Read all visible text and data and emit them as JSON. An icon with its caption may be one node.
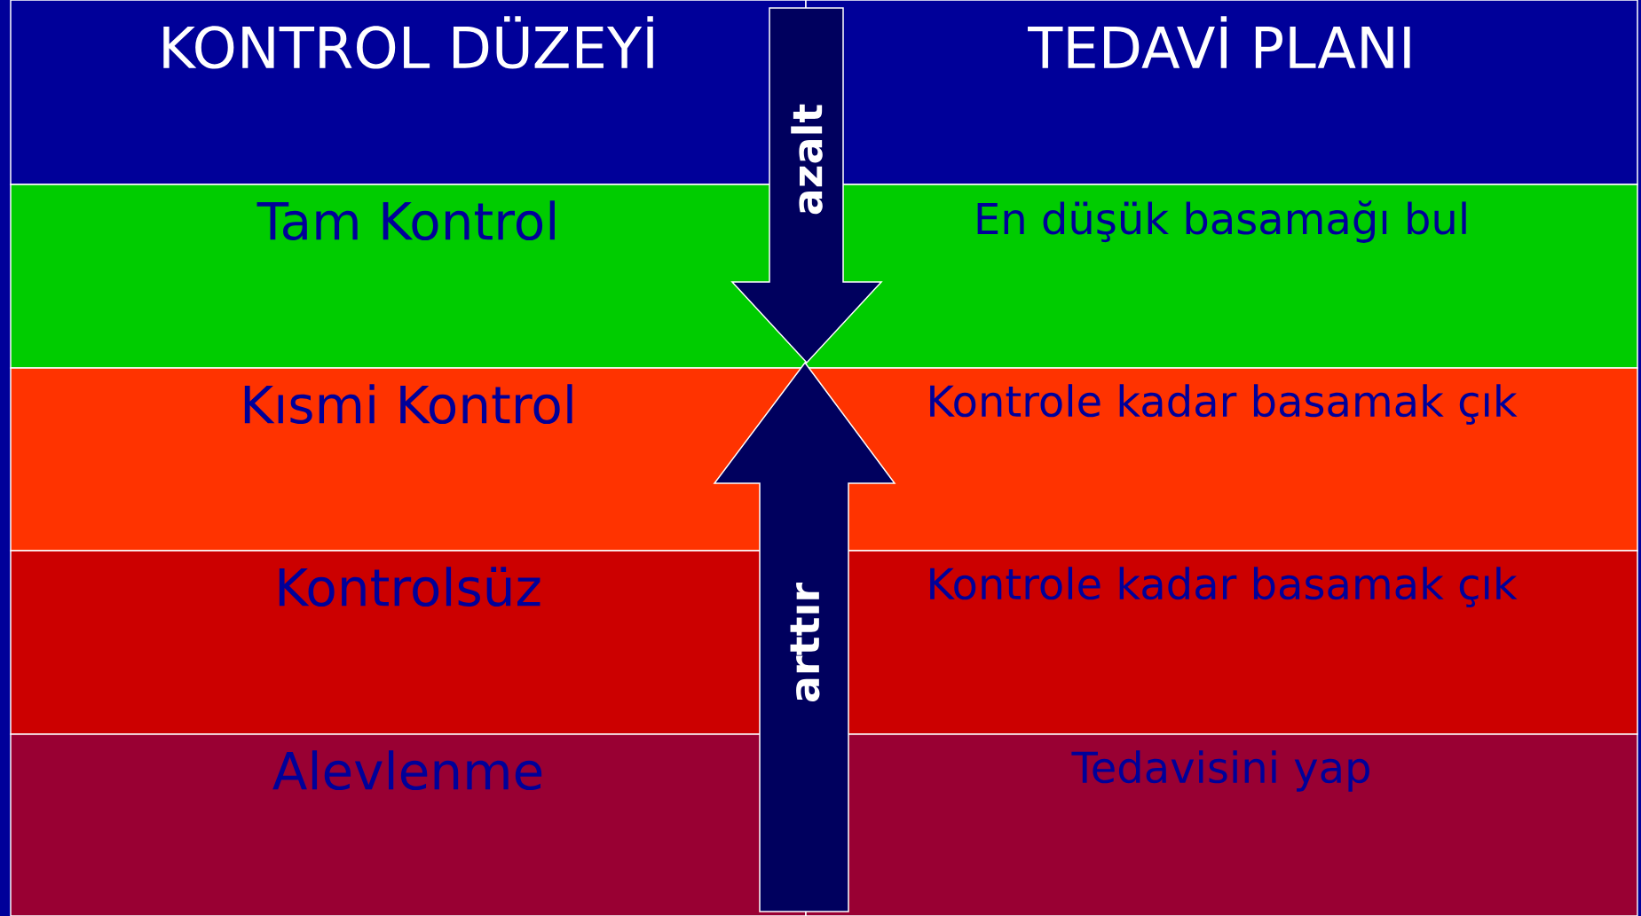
{
  "diagram": {
    "nodes": [
      {
        "text": [
          "KONTROL DÜZEYİ"
        ]
      },
      {
        "text": [
          "TEDAVİ PLANI"
        ]
      },
      {
        "text": [
          "Tam Kontrol"
        ]
      },
      {
        "text": [
          "En düşük basamağı bul"
        ]
      },
      {
        "text": [
          "Kısmi Kontrol"
        ]
      },
      {
        "text": [
          "Kontrole kadar basamak çık"
        ]
      },
      {
        "text": [
          "Kontrolsüz"
        ]
      },
      {
        "text": [
          "Kontrole kadar basamak çık"
        ]
      },
      {
        "text": [
          "Alevlenme"
        ]
      },
      {
        "text": [
          "Tedavisini yap"
        ]
      },
      {
        "text": [
          "azalt"
        ]
      },
      {
        "text": [
          "arttır"
        ]
      }
    ]
  }
}
